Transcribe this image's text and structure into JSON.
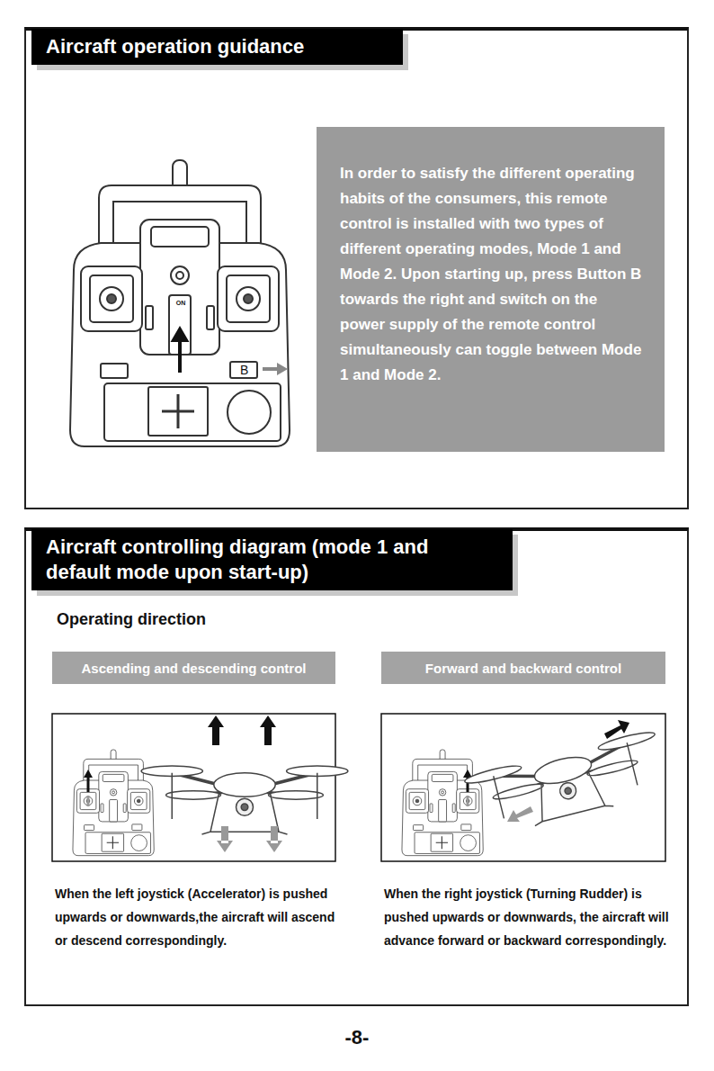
{
  "diagram": {
    "title": "Aircraft operation guidance",
    "nodes": [
      {
        "text": [
          "Aircraft operation guidance"
        ]
      },
      {
        "text": [
          "In order to satisfy the different operating habits of the consumers, this remote control is installed with two types of different operating modes, Mode 1 and Mode 2. Upon starting up, press Button B towards the right and switch on the power supply of the remote control simultaneously can toggle between Mode 1 and Mode 2."
        ],
        "in": 0
      },
      {
        "text": [
          "Aircraft controlling diagram (mode 1 and default mode upon start-up)",
          "Operating direction"
        ]
      },
      {
        "text": [
          "Ascending and descending control"
        ],
        "in": 2
      },
      {
        "text": [
          "Forward and backward control"
        ],
        "in": 2
      }
    ],
    "labels": [
      "ON",
      "B",
      "When the left joystick (Accelerator) is pushed upwards or downwards,the aircraft will ascend or descend correspondingly.",
      "When the right joystick (Turning Rudder) is pushed upwards or downwards, the aircraft will advance forward or backward correspondingly.",
      "-8-"
    ]
  }
}
